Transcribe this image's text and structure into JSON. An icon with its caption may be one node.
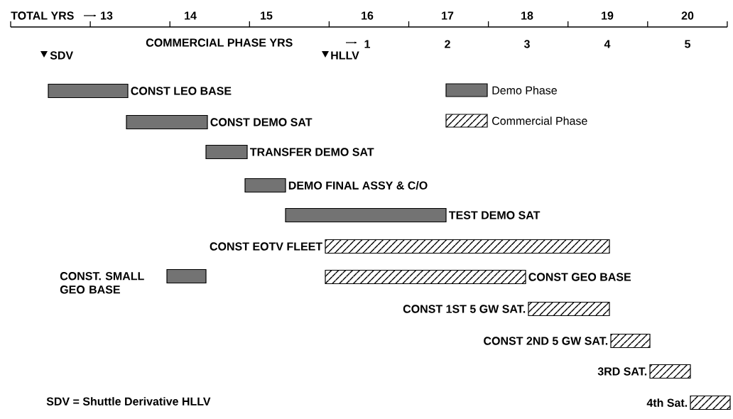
{
  "diagram": {
    "nodes": [
      {
        "text": [
          "CONST LEO BASE"
        ]
      },
      {
        "text": [
          "CONST DEMO SAT"
        ]
      },
      {
        "text": [
          "TRANSFER DEMO SAT"
        ]
      },
      {
        "text": [
          "DEMO FINAL ASSY & C/O"
        ]
      },
      {
        "text": [
          "TEST DEMO SAT"
        ]
      },
      {
        "text": [
          "CONST EOTV FLEET"
        ]
      },
      {
        "text": [
          "CONST. SMALL GEO BASE"
        ]
      },
      {
        "text": [
          "CONST GEO BASE"
        ]
      },
      {
        "text": [
          "CONST 1ST 5 GW SAT."
        ]
      },
      {
        "text": [
          "CONST 2ND 5 GW SAT."
        ]
      },
      {
        "text": [
          "3RD SAT."
        ]
      },
      {
        "text": [
          "4th Sat."
        ]
      }
    ],
    "labels": [
      "TOTAL YRS",
      "13",
      "14",
      "15",
      "16",
      "17",
      "18",
      "19",
      "20",
      "COMMERCIAL PHASE YRS",
      "1",
      "2",
      "3",
      "4",
      "5",
      "SDV",
      "HLLV",
      "SDV = Shuttle Derivative HLLV"
    ],
    "legend": [
      {
        "text": "Demo Phase"
      },
      {
        "text": "Commercial Phase"
      }
    ]
  }
}
